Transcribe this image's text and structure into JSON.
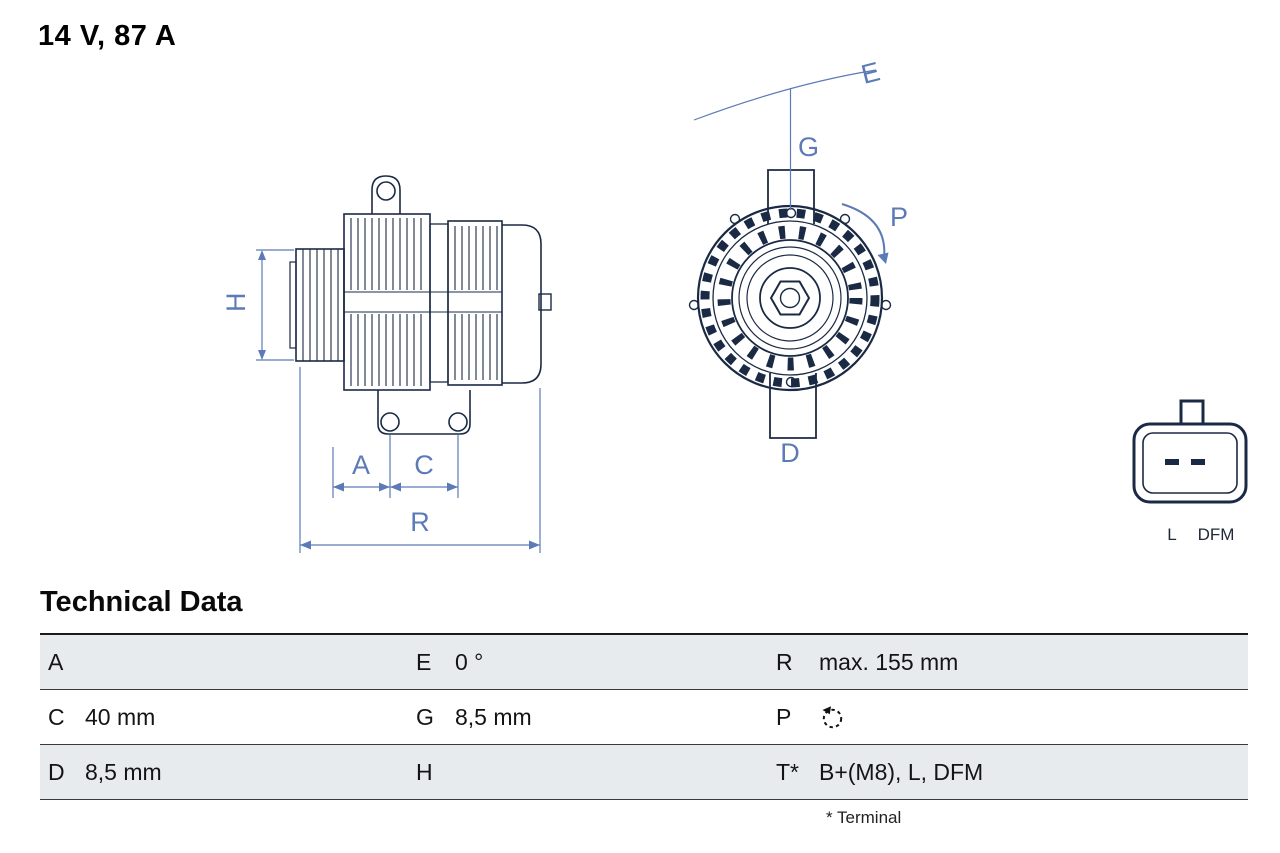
{
  "title": "14 V, 87 A",
  "diagram": {
    "dim_labels": {
      "H": "H",
      "A": "A",
      "C": "C",
      "R": "R",
      "E": "E",
      "G": "G",
      "P": "P",
      "D": "D"
    },
    "connector_labels": {
      "left": "L",
      "right": "DFM"
    }
  },
  "table": {
    "heading": "Technical Data",
    "rows": [
      {
        "cells": [
          {
            "k": "A",
            "v": ""
          },
          {
            "k": "E",
            "v": "0 °"
          },
          {
            "k": "R",
            "v": "max. 155 mm"
          }
        ]
      },
      {
        "cells": [
          {
            "k": "C",
            "v": "40 mm"
          },
          {
            "k": "G",
            "v": "8,5 mm"
          },
          {
            "k": "P",
            "v": "",
            "icon": "rotation-ccw"
          }
        ]
      },
      {
        "cells": [
          {
            "k": "D",
            "v": "8,5 mm"
          },
          {
            "k": "H",
            "v": ""
          },
          {
            "k": "T*",
            "v": "B+(M8), L, DFM"
          }
        ]
      }
    ],
    "footnote": "* Terminal"
  },
  "colors": {
    "drawing_line": "#1b2a44",
    "dimension_blue": "#5d7ab8",
    "row_shade": "#e8ebee",
    "text": "#141414"
  }
}
